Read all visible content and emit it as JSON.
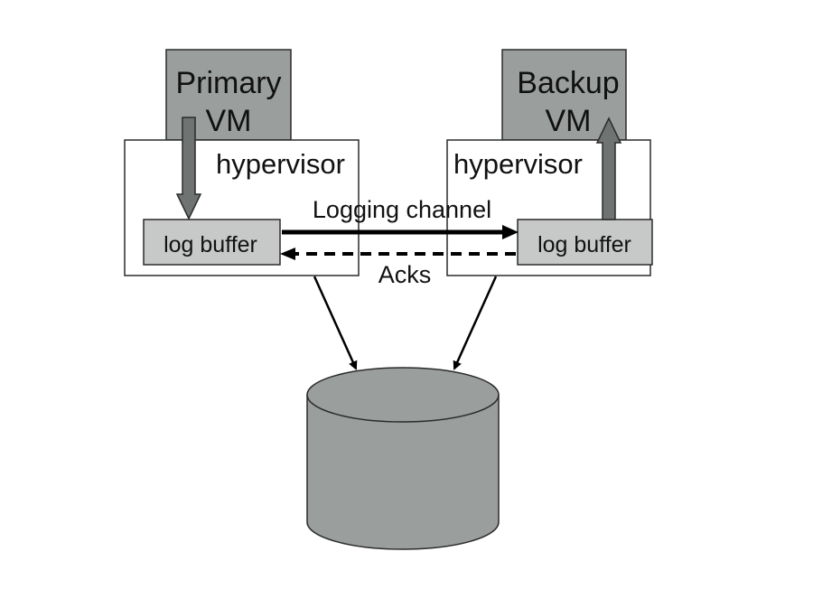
{
  "diagram": {
    "primary_vm": {
      "line1": "Primary",
      "line2": "VM"
    },
    "backup_vm": {
      "line1": "Backup",
      "line2": "VM"
    },
    "primary_hypervisor": {
      "label": "hypervisor"
    },
    "backup_hypervisor": {
      "label": "hypervisor"
    },
    "primary_log_buffer": {
      "label": "log buffer"
    },
    "backup_log_buffer": {
      "label": "log buffer"
    },
    "logging_channel": {
      "label": "Logging channel"
    },
    "acks": {
      "label": "Acks"
    }
  },
  "colors": {
    "gray_fill": "#9a9e9d",
    "dark_arrow_fill": "#6f7472",
    "stroke": "#2b2b2b",
    "black": "#000000"
  }
}
